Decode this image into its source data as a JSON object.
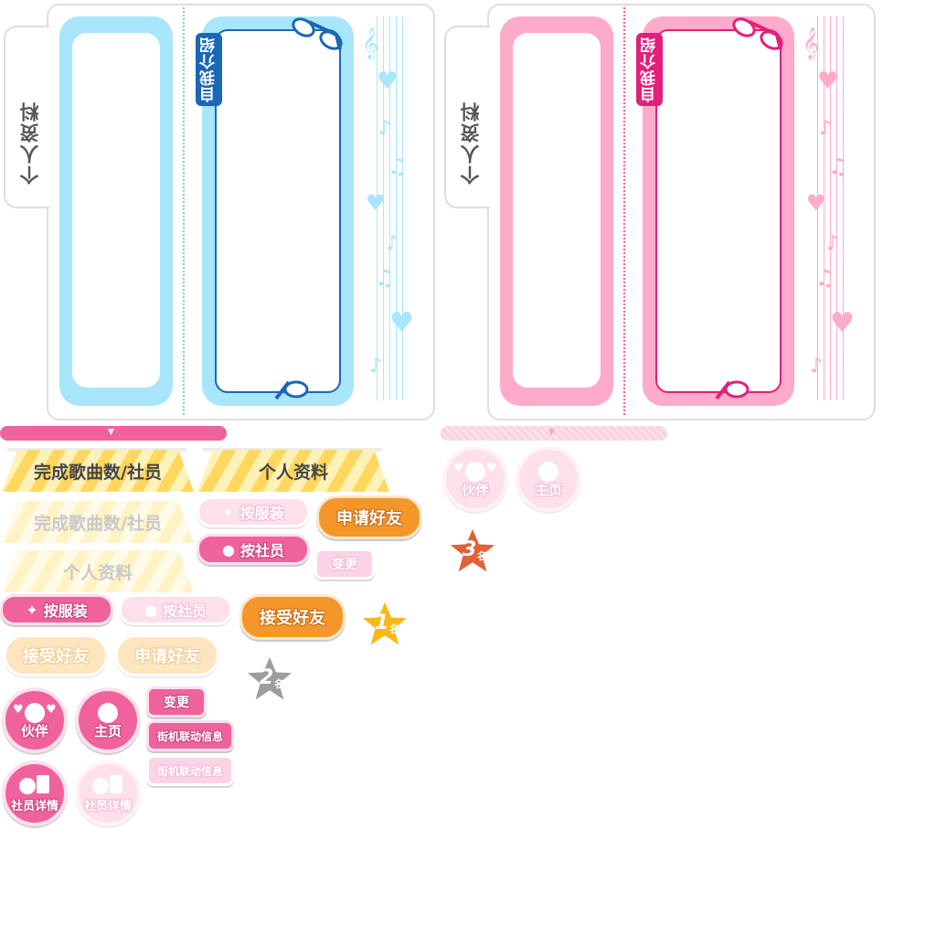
{
  "cards": [
    {
      "tab_label": "个人资料",
      "intro_label": "自我介绍",
      "accent": "#a8e6fb",
      "accent_dark": "#1a67b5",
      "dotted": "#7bcde8",
      "staff": "#c9effb"
    },
    {
      "tab_label": "个人资料",
      "intro_label": "自我介绍",
      "accent": "#fdaacb",
      "accent_dark": "#e0207a",
      "dotted": "#e9649c",
      "staff": "#fdd3e4"
    }
  ],
  "tabs": {
    "songs_active": "完成歌曲数/社员",
    "profile_active": "个人资料",
    "songs_inactive": "完成歌曲数/社员",
    "profile_inactive": "个人资料"
  },
  "buttons": {
    "sort_costume": "按服装",
    "sort_member": "按社员",
    "apply_friend": "申请好友",
    "accept_friend": "接受好友",
    "change": "变更",
    "arcade_info": "街机联动信息"
  },
  "circles": {
    "partner": "伙伴",
    "home": "主页",
    "member_detail": "社员详情"
  },
  "ranks": [
    {
      "num": "1",
      "suffix": "名"
    },
    {
      "num": "2",
      "suffix": "名"
    },
    {
      "num": "3",
      "suffix": "名"
    }
  ],
  "colors": {
    "pink": "#f0629c",
    "orange": "#f5962a",
    "gold": "#f7b818",
    "silver": "#9d9d9d",
    "bronze": "#e0613a"
  }
}
